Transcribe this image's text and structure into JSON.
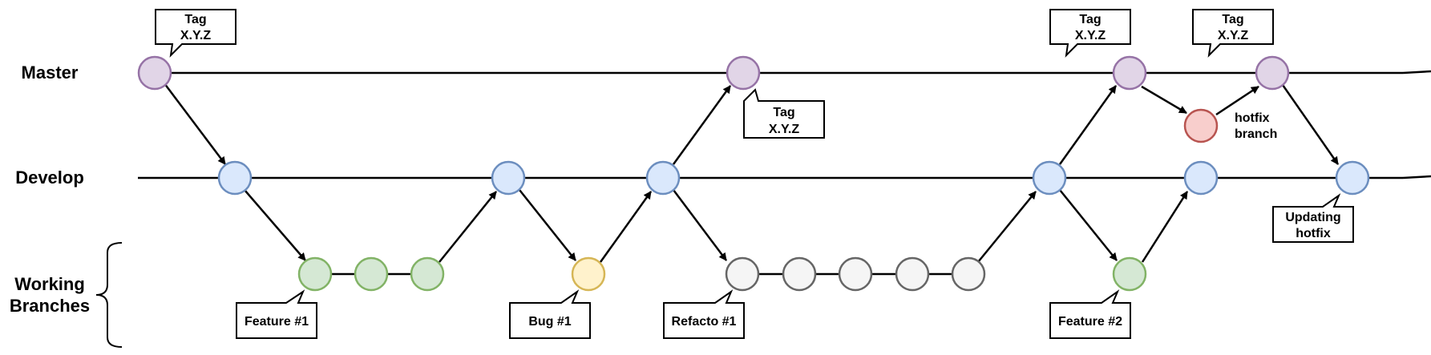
{
  "lanes": {
    "master": "Master",
    "develop": "Develop",
    "working_line1": "Working",
    "working_line2": "Branches"
  },
  "callouts": {
    "master_tag_1": [
      "Tag",
      "X.Y.Z"
    ],
    "master_tag_2": [
      "Tag",
      "X.Y.Z"
    ],
    "master_tag_3": [
      "Tag",
      "X.Y.Z"
    ],
    "master_tag_4": [
      "Tag",
      "X.Y.Z"
    ],
    "feature_1": [
      "Feature #1"
    ],
    "bug_1": [
      "Bug #1"
    ],
    "refacto_1": [
      "Refacto #1"
    ],
    "feature_2": [
      "Feature #2"
    ],
    "updating_hotfix": [
      "Updating",
      "hotfix"
    ]
  },
  "labels": {
    "hotfix_branch": [
      "hotfix",
      "branch"
    ]
  },
  "colors": {
    "master_fill": "#e1d5e7",
    "master_stroke": "#9673a6",
    "develop_fill": "#dae8fc",
    "develop_stroke": "#6c8ebf",
    "feature_fill": "#d5e8d4",
    "feature_stroke": "#82b366",
    "bug_fill": "#fff2cc",
    "bug_stroke": "#d6b656",
    "refacto_fill": "#f5f5f5",
    "refacto_stroke": "#666666",
    "hotfix_fill": "#f8cecc",
    "hotfix_stroke": "#b85450"
  }
}
